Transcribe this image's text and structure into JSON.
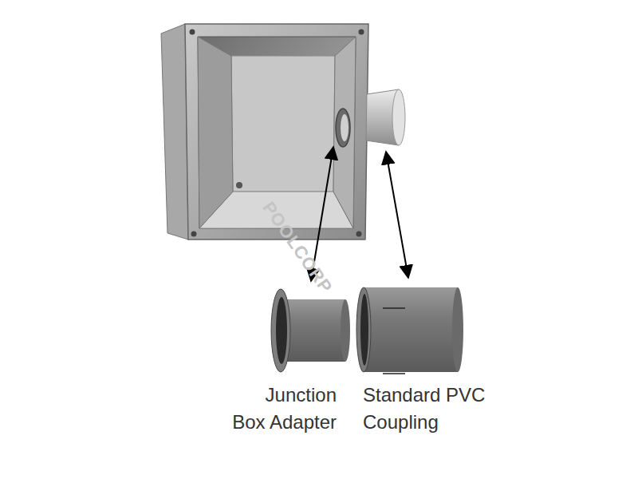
{
  "diagram": {
    "labels": [
      "Junction Box Adapter",
      "Standard PVC Coupling",
      "POOLCORP"
    ]
  }
}
